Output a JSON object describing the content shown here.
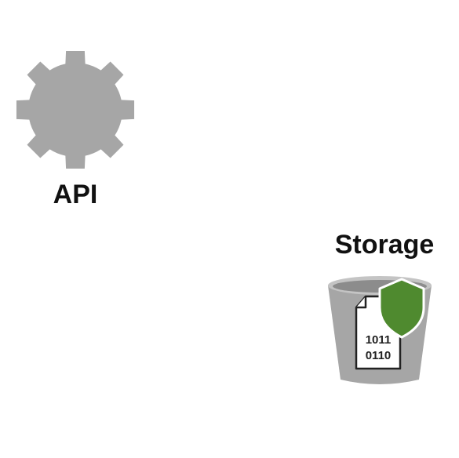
{
  "api": {
    "label": "API",
    "icon": "gear-icon",
    "color": "#a6a6a6"
  },
  "storage": {
    "label": "Storage",
    "icon": "bucket-icon",
    "file_lines": [
      "1011",
      "0110"
    ],
    "colors": {
      "bucket": "#a6a6a6",
      "bucket_inner": "#8c8c8c",
      "shield": "#4f8a2f",
      "shield_border": "#ffffff"
    }
  }
}
